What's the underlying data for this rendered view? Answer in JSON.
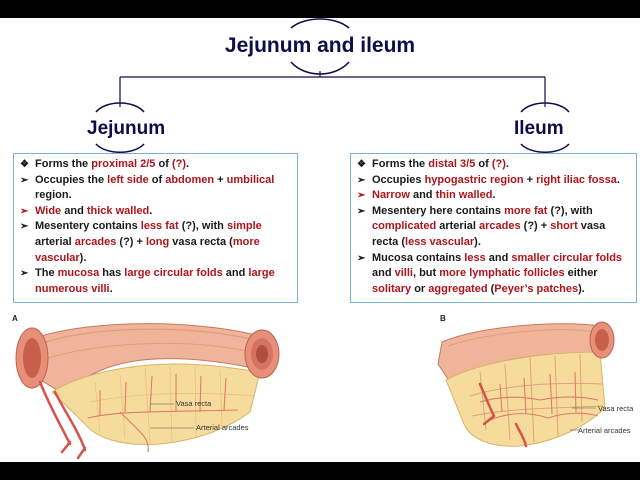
{
  "title": "Jejunum and ileum",
  "left": {
    "heading": "Jejunum",
    "bullets": [
      [
        {
          "t": "Forms the "
        },
        {
          "t": "proximal 2/5",
          "r": 1
        },
        {
          "t": " of "
        },
        {
          "t": "(?)",
          "r": 1
        },
        {
          "t": "."
        }
      ],
      [
        {
          "t": "Occupies the "
        },
        {
          "t": "left side",
          "r": 1
        },
        {
          "t": " of "
        },
        {
          "t": "abdomen",
          "r": 1
        },
        {
          "t": " + "
        },
        {
          "t": "umbilical",
          "r": 1
        },
        {
          "t": " region."
        }
      ],
      [
        {
          "t": "Wide",
          "r": 1
        },
        {
          "t": " and "
        },
        {
          "t": "thick walled",
          "r": 1
        },
        {
          "t": "."
        }
      ],
      [
        {
          "t": "Mesentery contains "
        },
        {
          "t": "less fat",
          "r": 1
        },
        {
          "t": " (?), with "
        },
        {
          "t": "simple",
          "r": 1
        },
        {
          "t": " arterial "
        },
        {
          "t": "arcades",
          "r": 1
        },
        {
          "t": " (?) + "
        },
        {
          "t": "long",
          "r": 1
        },
        {
          "t": " vasa recta ("
        },
        {
          "t": "more vascular",
          "r": 1
        },
        {
          "t": ")."
        }
      ],
      [
        {
          "t": "The "
        },
        {
          "t": "mucosa",
          "r": 1
        },
        {
          "t": " has "
        },
        {
          "t": "large circular folds",
          "r": 1
        },
        {
          "t": " and "
        },
        {
          "t": "large numerous villi",
          "r": 1
        },
        {
          "t": "."
        }
      ]
    ],
    "markers": [
      "❖",
      "➢",
      "➢",
      "➢",
      "➢"
    ],
    "marker_colors": [
      "#1a1a1a",
      "#1a1a1a",
      "#b0141b",
      "#1a1a1a",
      "#1a1a1a"
    ]
  },
  "right": {
    "heading": "Ileum",
    "bullets": [
      [
        {
          "t": "Forms the "
        },
        {
          "t": "distal 3/5",
          "r": 1
        },
        {
          "t": " of "
        },
        {
          "t": "(?)",
          "r": 1
        },
        {
          "t": "."
        }
      ],
      [
        {
          "t": "Occupies "
        },
        {
          "t": "hypogastric region",
          "r": 1
        },
        {
          "t": " + "
        },
        {
          "t": "right iliac fossa",
          "r": 1
        },
        {
          "t": "."
        }
      ],
      [
        {
          "t": "Narrow",
          "r": 1
        },
        {
          "t": " and "
        },
        {
          "t": "thin walled",
          "r": 1
        },
        {
          "t": "."
        }
      ],
      [
        {
          "t": "Mesentery here contains "
        },
        {
          "t": "more fat",
          "r": 1
        },
        {
          "t": " (?), with "
        },
        {
          "t": "complicated",
          "r": 1
        },
        {
          "t": " arterial "
        },
        {
          "t": "arcades",
          "r": 1
        },
        {
          "t": " (?) + "
        },
        {
          "t": "short",
          "r": 1
        },
        {
          "t": " vasa recta ("
        },
        {
          "t": "less vascular",
          "r": 1
        },
        {
          "t": ")."
        }
      ],
      [
        {
          "t": "Mucosa contains "
        },
        {
          "t": "less",
          "r": 1
        },
        {
          "t": " and "
        },
        {
          "t": "smaller circular folds",
          "r": 1
        },
        {
          "t": " and "
        },
        {
          "t": "villi",
          "r": 1
        },
        {
          "t": ", but "
        },
        {
          "t": "more lymphatic follicles",
          "r": 1
        },
        {
          "t": " either "
        },
        {
          "t": "solitary",
          "r": 1
        },
        {
          "t": " or "
        },
        {
          "t": "aggregated",
          "r": 1
        },
        {
          "t": " ("
        },
        {
          "t": "Peyer’s patches",
          "r": 1
        },
        {
          "t": ")."
        }
      ]
    ],
    "markers": [
      "❖",
      "➢",
      "➢",
      "➢",
      "➢"
    ],
    "marker_colors": [
      "#1a1a1a",
      "#1a1a1a",
      "#b0141b",
      "#1a1a1a",
      "#1a1a1a"
    ]
  },
  "figure_a": {
    "label": "A",
    "vasa_recta": "Vasa recta",
    "arcades": "Arterial arcades"
  },
  "figure_b": {
    "label": "B",
    "vasa_recta": "Vasa recta",
    "arcades": "Arterial arcades"
  },
  "colors": {
    "heading": "#0d0d4a",
    "highlight": "#b0141b",
    "box_border": "#7fb0d9"
  }
}
